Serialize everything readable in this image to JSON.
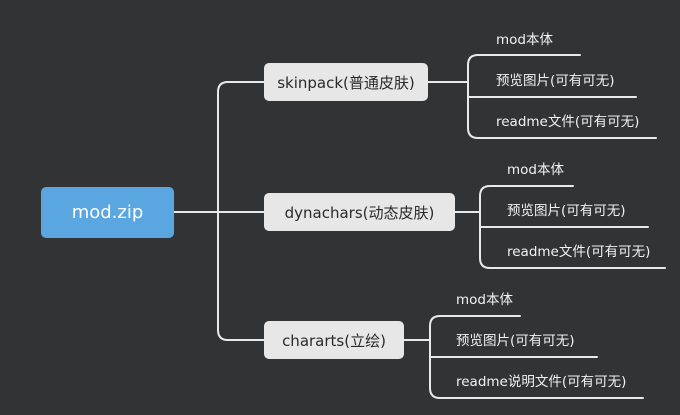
{
  "root": {
    "label": "mod.zip"
  },
  "branches": [
    {
      "label": "skinpack(普通皮肤)",
      "children": [
        "mod本体",
        "预览图片(可有可无)",
        "readme文件(可有可无)"
      ]
    },
    {
      "label": "dynachars(动态皮肤)",
      "children": [
        "mod本体",
        "预览图片(可有可无)",
        "readme文件(可有可无)"
      ]
    },
    {
      "label": "chararts(立绘)",
      "children": [
        "mod本体",
        "预览图片(可有可无)",
        "readme说明文件(可有可无)"
      ]
    }
  ],
  "colors": {
    "background": "#323335",
    "root_fill": "#5aa6e0",
    "branch_fill": "#e7e7e7",
    "connector": "#e9e9e9"
  }
}
